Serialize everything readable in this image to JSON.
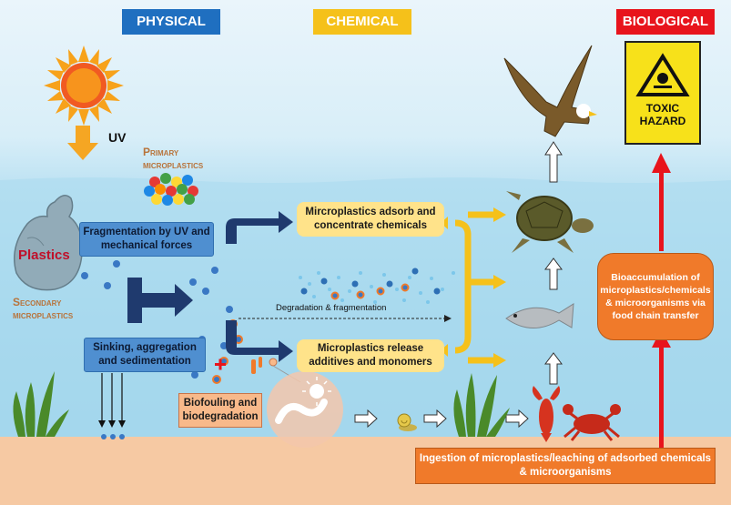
{
  "headers": {
    "physical": "PHYSICAL",
    "chemical": "CHEMICAL",
    "biological": "BIOLOGICAL"
  },
  "labels": {
    "uv": "UV",
    "primary_microplastics": "Primary microplastics",
    "secondary_microplastics": "Secondary microplastics",
    "plastics": "Plastics",
    "degradation": "Degradation & fragmentation",
    "toxic_hazard": "TOXIC HAZARD"
  },
  "boxes": {
    "fragmentation": "Fragmentation by UV and mechanical forces",
    "sinking": "Sinking, aggregation and sedimentation",
    "adsorb": "Mircroplastics adsorb and concentrate chemicals",
    "release": "Microplastics release additives and monomers",
    "biofouling": "Biofouling and biodegradation",
    "bioaccumulation": "Bioaccumulation of microplastics/chemicals & microorganisms via food chain transfer",
    "ingestion": "Ingestion of microplastics/leaching of adsorbed chemicals & microorganisms"
  },
  "colors": {
    "physical_header": "#1f6fc0",
    "chemical_header": "#f5c11a",
    "biological_header": "#e8141c",
    "sea_floor": "#f6c9a3",
    "water": "#a9d9ee",
    "dark_arrow": "#1f3a6e",
    "yellow_arrow": "#f5c11a",
    "red_arrow": "#e8141c"
  },
  "icons": [
    "sun-icon",
    "uv-arrow-icon",
    "plastic-bag-icon",
    "microplastic-beads-icon",
    "eagle-icon",
    "turtle-icon",
    "fish-icon",
    "lobster-icon",
    "crab-icon",
    "snail-icon",
    "seaweed-icon",
    "bacteria-icon",
    "toxic-hazard-sign-icon"
  ]
}
